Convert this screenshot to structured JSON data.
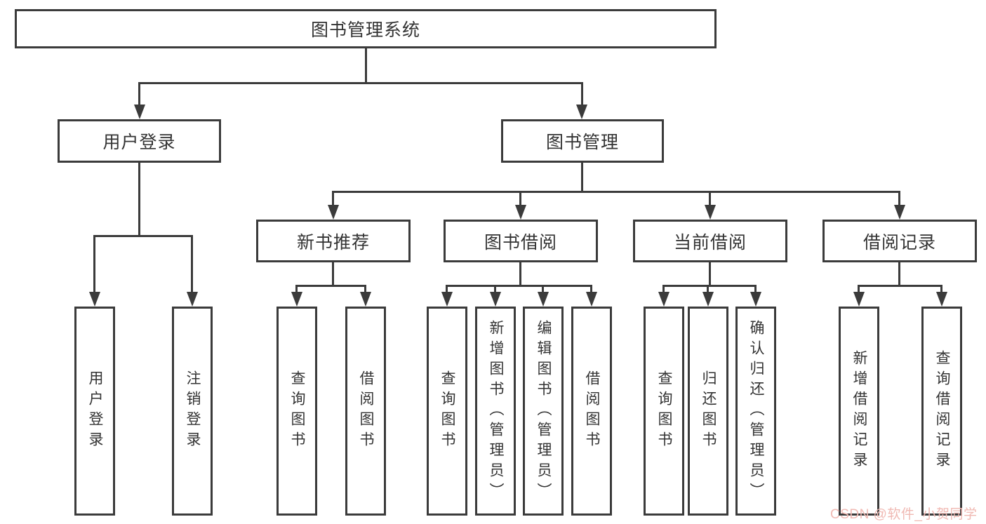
{
  "diagram": {
    "root": {
      "label": "图书管理系统"
    },
    "branches": [
      {
        "label": "用户登录",
        "children": [
          {
            "label": "用户登录"
          },
          {
            "label": "注销登录"
          }
        ]
      },
      {
        "label": "图书管理",
        "children": [
          {
            "label": "新书推荐",
            "children": [
              {
                "label": "查询图书"
              },
              {
                "label": "借阅图书"
              }
            ]
          },
          {
            "label": "图书借阅",
            "children": [
              {
                "label": "查询图书"
              },
              {
                "label": "新增图书（管理员）"
              },
              {
                "label": "编辑图书（管理员）"
              },
              {
                "label": "借阅图书"
              }
            ]
          },
          {
            "label": "当前借阅",
            "children": [
              {
                "label": "查询图书"
              },
              {
                "label": "归还图书"
              },
              {
                "label": "确认归还（管理员）"
              }
            ]
          },
          {
            "label": "借阅记录",
            "children": [
              {
                "label": "新增借阅记录"
              },
              {
                "label": "查询借阅记录"
              }
            ]
          }
        ]
      }
    ]
  },
  "watermark": {
    "text": "CSDN @软件_小贺同学"
  },
  "colors": {
    "line": "#3b3b3b",
    "text": "#333333",
    "watermark": "#f0b9b3",
    "background": "#ffffff"
  }
}
